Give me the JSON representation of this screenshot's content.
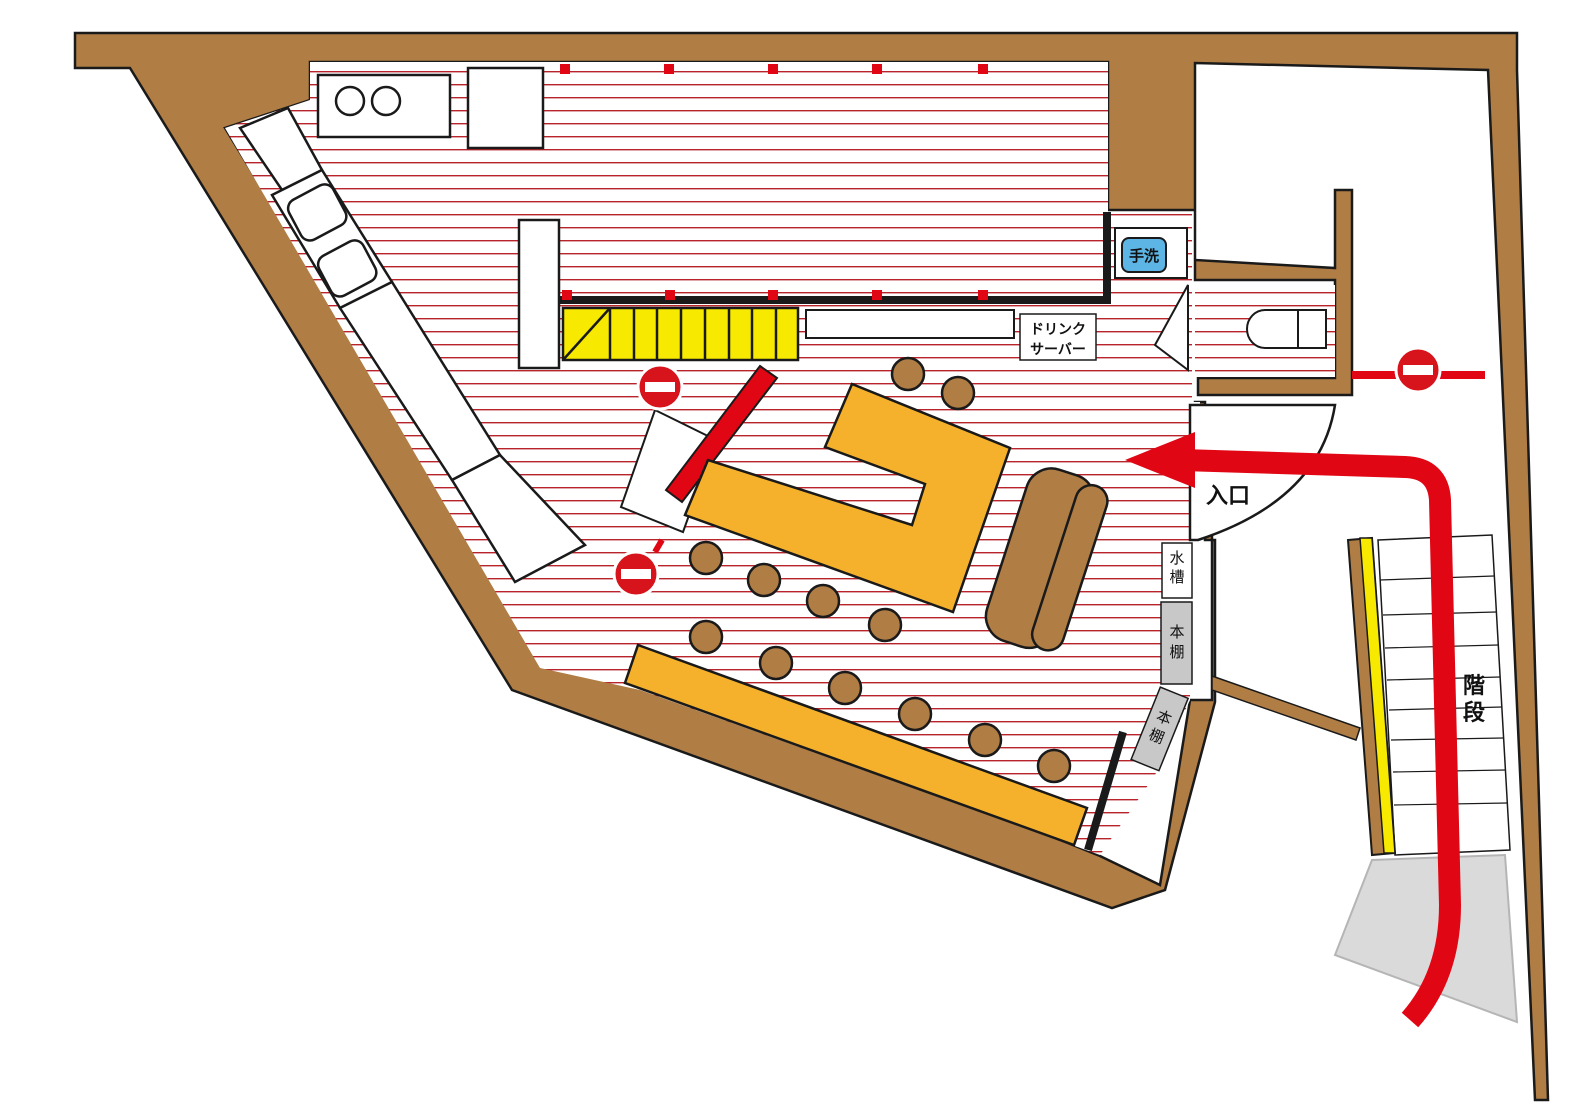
{
  "labels": {
    "drink_server_line1": "ドリンク",
    "drink_server_line2": "サーバー",
    "hand_wash": "手洗",
    "entrance": "入口",
    "stairs_1": "階",
    "stairs_2": "段",
    "water_tank_1": "水",
    "water_tank_2": "槽",
    "bookshelf_a_1": "本",
    "bookshelf_a_2": "棚",
    "bookshelf_b_1": "本",
    "bookshelf_b_2": "棚"
  },
  "colors": {
    "wall": "#B07D45",
    "floor_line": "#B8242A",
    "counter": "#F5B12C",
    "stool": "#B07D45",
    "stair_yellow": "#F7EA00",
    "route_red": "#E00614",
    "no_entry": "#D7141B",
    "shelf_gray": "#C8C8C8",
    "hand_wash_blue": "#5DB5E6",
    "landing_gray": "#DADADA"
  },
  "icons": {
    "no_entry_sign": "no-entry-icon",
    "route_arrow": "arrow-left-icon"
  }
}
